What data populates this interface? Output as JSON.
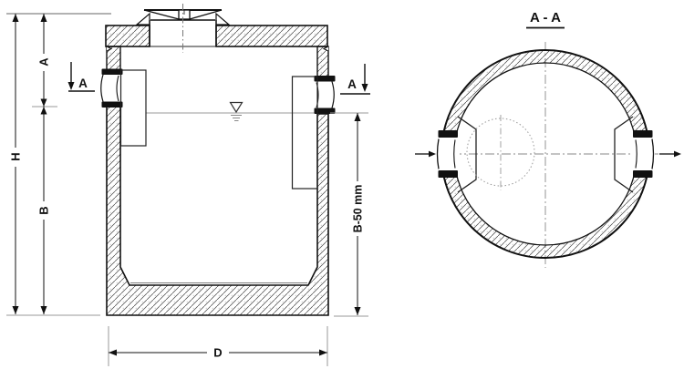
{
  "drawing": {
    "type": "technical-drawing",
    "description_labels": {
      "H": "H",
      "A": "A",
      "B": "B",
      "B50": "B-50 mm",
      "D": "D"
    },
    "section": {
      "title": "A - A",
      "marker": "A"
    },
    "colors": {
      "ink": "#111111",
      "auxiliary_line": "#999999",
      "background": "#ffffff"
    }
  }
}
